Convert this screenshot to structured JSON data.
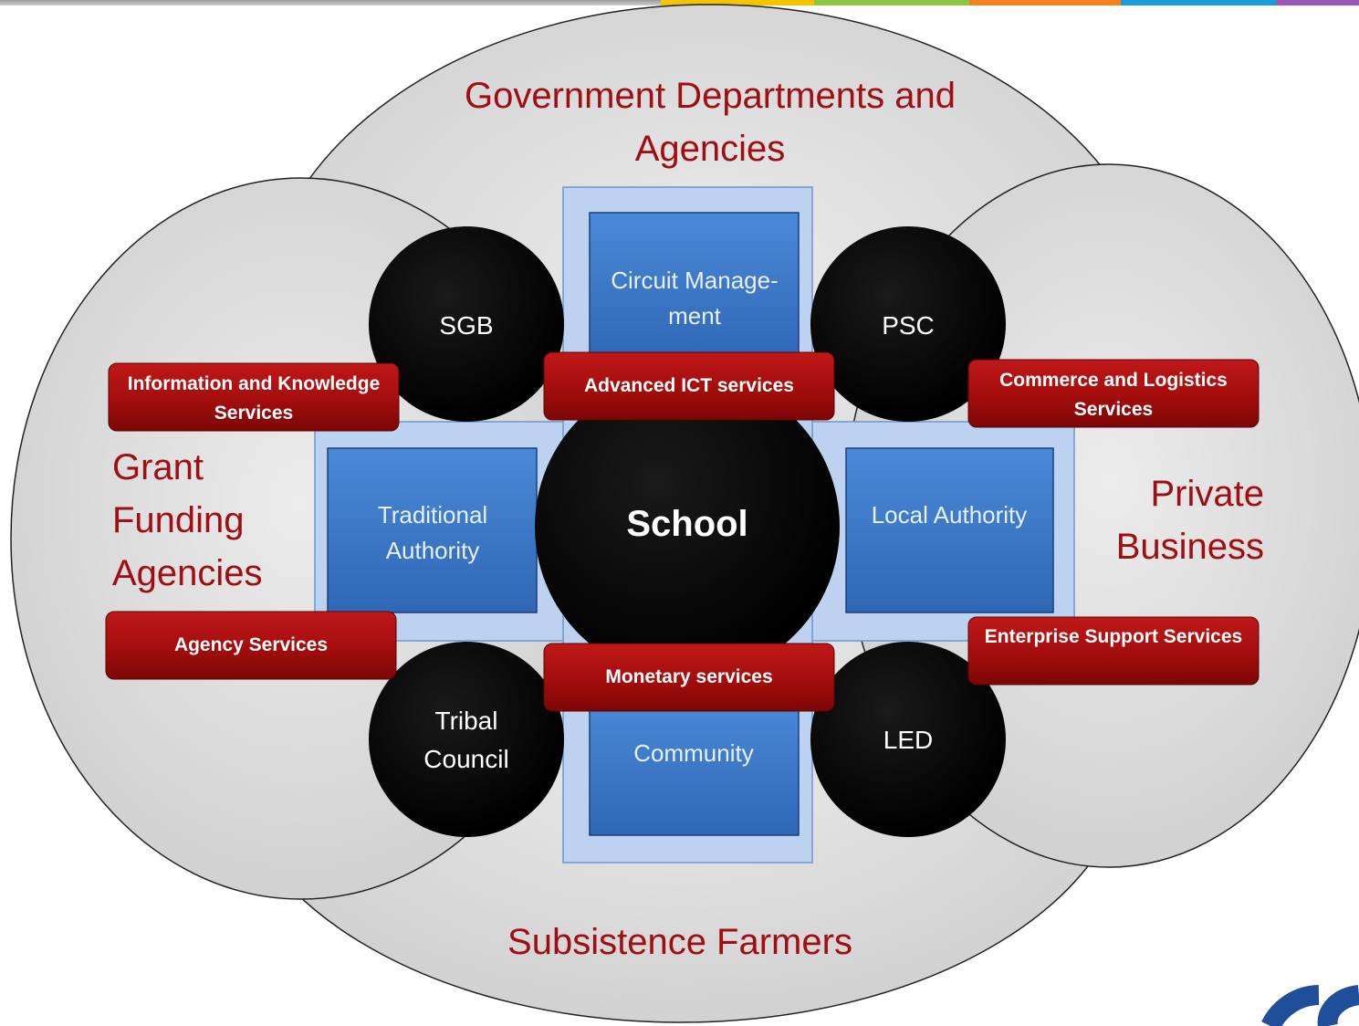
{
  "colors": {
    "ellipse_fill": "#dcdcdc",
    "ellipse_stroke": "#222222",
    "accent_red": "#a00e12",
    "service_fill": "#a30d0d",
    "box_fill": "#3f7bcb",
    "box_frame": "#bcd2f0",
    "circle_fill": "#000000",
    "topbar": [
      "#f5c400",
      "#8dc63f",
      "#f58220",
      "#1b9bd7",
      "#9b59b6"
    ]
  },
  "ellipses": {
    "government": "Government Departments and Agencies",
    "grant": "Grant Funding Agencies",
    "private": "Private Business",
    "subsistence": "Subsistence Farmers"
  },
  "boxes": {
    "circuit": "Circuit Manage-ment",
    "traditional": "Traditional Authority",
    "local": "Local Authority",
    "community": "Community"
  },
  "circles": {
    "sgb": "SGB",
    "psc": "PSC",
    "tribal": "Tribal Council",
    "led": "LED",
    "school": "School"
  },
  "services": {
    "information": "Information and Knowledge Services",
    "ict": "Advanced ICT services",
    "commerce": "Commerce and Logistics Services",
    "agency": "Agency Services",
    "monetary": "Monetary services",
    "enterprise": "Enterprise Support Services"
  },
  "logo": {
    "text": "CS"
  }
}
